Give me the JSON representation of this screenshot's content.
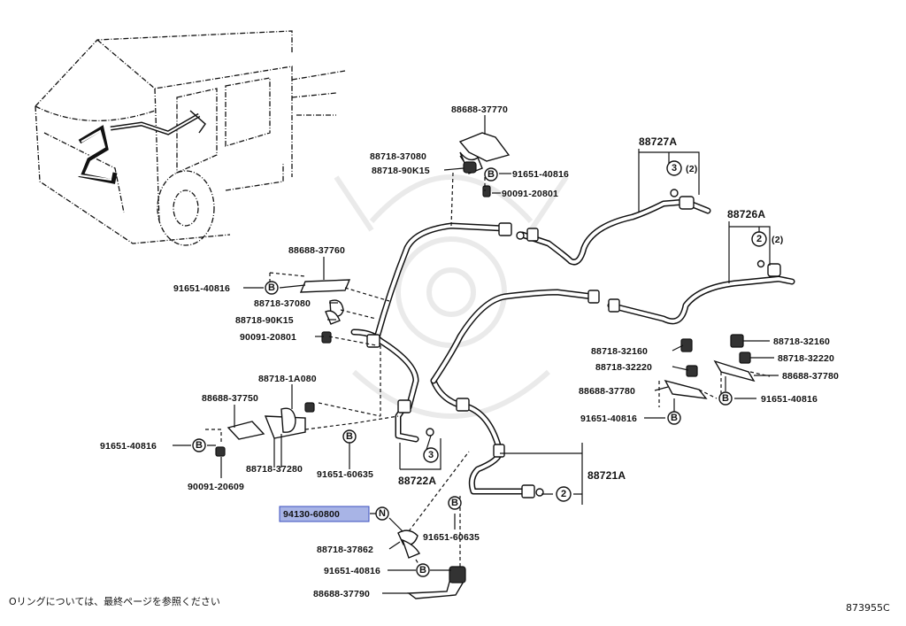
{
  "diagram_number": "873955C",
  "footnote": "Oリングについては、最終ページを参照ください",
  "highlight_color": "#a8b4e6",
  "groups": {
    "g88727A": "88727A",
    "g88726A": "88726A",
    "g88722A": "88722A",
    "g88721A": "88721A"
  },
  "qty": {
    "q3": "(2)",
    "q2": "(2)"
  },
  "markers": {
    "B": "B",
    "N": "N",
    "n2": "2",
    "n3": "3"
  },
  "parts": {
    "p_88688_37770": "88688-37770",
    "p_88718_37080_a": "88718-37080",
    "p_88718_90K15_a": "88718-90K15",
    "p_91651_40816_a": "91651-40816",
    "p_90091_20801_a": "90091-20801",
    "p_88688_37760": "88688-37760",
    "p_91651_40816_b": "91651-40816",
    "p_88718_37080_b": "88718-37080",
    "p_88718_90K15_b": "88718-90K15",
    "p_90091_20801_b": "90091-20801",
    "p_88718_1A080": "88718-1A080",
    "p_88688_37750": "88688-37750",
    "p_91651_40816_c": "91651-40816",
    "p_88718_37280": "88718-37280",
    "p_90091_20609": "90091-20609",
    "p_91651_60635_a": "91651-60635",
    "p_94130_60800": "94130-60800",
    "p_88718_37862": "88718-37862",
    "p_91651_40816_d": "91651-40816",
    "p_88688_37790": "88688-37790",
    "p_91651_60635_b": "91651-60635",
    "p_88718_32160_a": "88718-32160",
    "p_88718_32220_a": "88718-32220",
    "p_88688_37780_a": "88688-37780",
    "p_91651_40816_e": "91651-40816",
    "p_88718_32160_b": "88718-32160",
    "p_88718_32220_b": "88718-32220",
    "p_88688_37780_b": "88688-37780",
    "p_91651_40816_f": "91651-40816"
  }
}
